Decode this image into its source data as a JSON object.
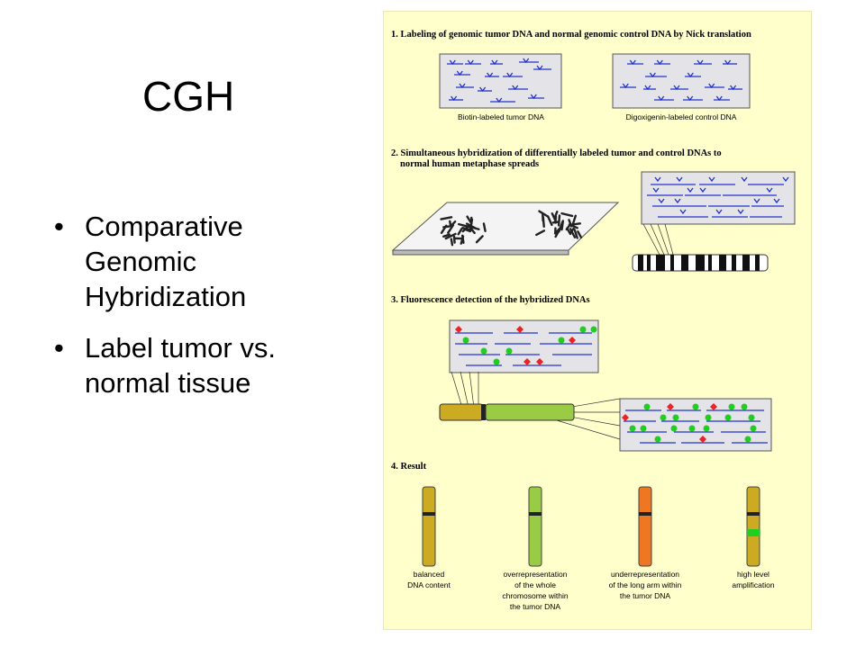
{
  "slide": {
    "title": "CGH",
    "bullets": [
      "Comparative Genomic Hybridization",
      "Label tumor vs. normal tissue"
    ],
    "bullet_glyph": "•"
  },
  "figure": {
    "step1": {
      "title": "1. Labeling of genomic tumor DNA and normal genomic control DNA by Nick translation",
      "left_caption": "Biotin-labeled tumor DNA",
      "right_caption": "Digoxigenin-labeled control DNA"
    },
    "step2": {
      "title_line1": "2. Simultaneous hybridization of differentially labeled tumor and control DNAs to",
      "title_line2": "normal human metaphase spreads"
    },
    "step3": {
      "title": "3. Fluorescence detection of the hybridized DNAs"
    },
    "step4": {
      "title": "4. Result",
      "results": [
        {
          "lines": [
            "balanced",
            "DNA content"
          ],
          "color": "#ccaa22"
        },
        {
          "lines": [
            "overrepresentation",
            "of the whole",
            "chromosome within",
            "the tumor DNA"
          ],
          "color": "#99cc44"
        },
        {
          "lines": [
            "underrepresentation",
            "of the long arm within",
            "the tumor DNA"
          ],
          "color": "#ee7722"
        },
        {
          "lines": [
            "high level",
            "amplification"
          ],
          "color": "#ccaa22"
        }
      ]
    },
    "colors": {
      "background": "#ffffcc",
      "dna_strand": "#2233cc",
      "tumor_signal": "#ee2222",
      "control_signal": "#22cc22",
      "balanced": "#ccaa22",
      "gain": "#99cc44",
      "loss": "#ee7722"
    }
  }
}
